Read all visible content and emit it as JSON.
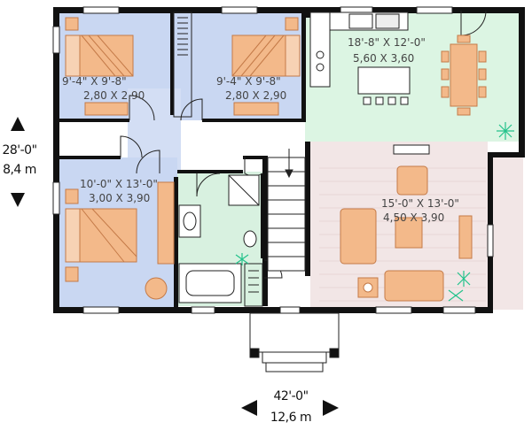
{
  "rooms": [
    {
      "id": "bed2",
      "dims_imperial": "9'-4\" X 9'-8\"",
      "dims_metric": "2,80 X 2,90"
    },
    {
      "id": "bed3",
      "dims_imperial": "9'-4\" X 9'-8\"",
      "dims_metric": "2,80 X 2,90"
    },
    {
      "id": "kitchen",
      "dims_imperial": "18'-8\" X 12'-0\"",
      "dims_metric": "5,60 X 3,60"
    },
    {
      "id": "bed1",
      "dims_imperial": "10'-0\" X 13'-0\"",
      "dims_metric": "3,00 X 3,90"
    },
    {
      "id": "living",
      "dims_imperial": "15'-0\" X 13'-0\"",
      "dims_metric": "4,50 X 3,90"
    }
  ],
  "overall": {
    "depth_imperial": "28'-0\"",
    "depth_metric": "8,4 m",
    "width_imperial": "42'-0\"",
    "width_metric": "12,6 m"
  },
  "colors": {
    "wall": "#111111",
    "bedroom_floor": "#c9d7f2",
    "bath_floor": "#d8f1e0",
    "kitchen_floor": "#dcf5e3",
    "living_floor": "#f2e6e6",
    "furniture": "#f3b98a",
    "plant": "#22c28a"
  }
}
